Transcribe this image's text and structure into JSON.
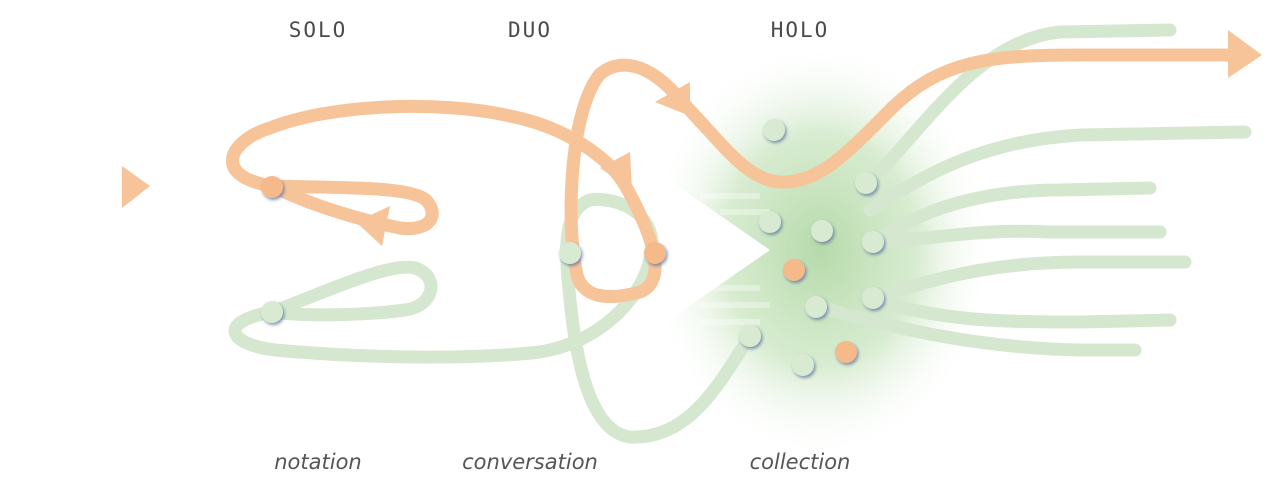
{
  "stages": [
    {
      "heading": "SOLO",
      "caption": "notation"
    },
    {
      "heading": "DUO",
      "caption": "conversation"
    },
    {
      "heading": "HOLO",
      "caption": "collection"
    }
  ],
  "colors": {
    "orange": "#f7c49a",
    "orange_dot": "#f5b98a",
    "green": "#d5e8cf",
    "green_dot": "#d9ead3",
    "cloud": "#a9d39b",
    "dot_shadow": "#5a6fa0",
    "heading_text": "#4a4a4a",
    "caption_text": "#555555"
  }
}
